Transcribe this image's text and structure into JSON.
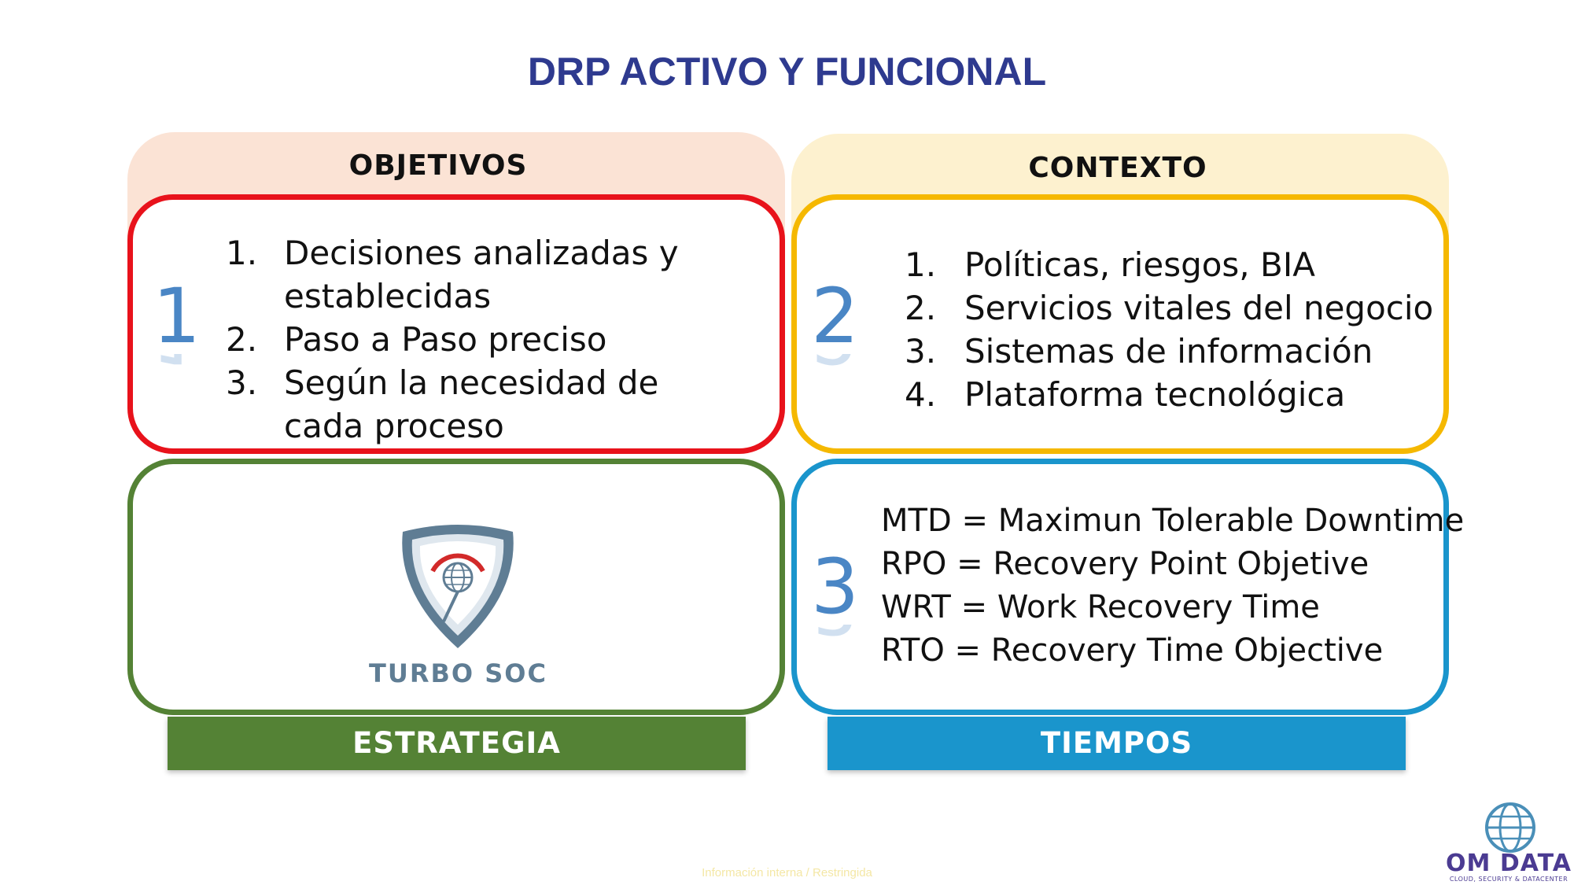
{
  "title": "DRP ACTIVO Y FUNCIONAL",
  "colors": {
    "title": "#2e3a8f",
    "objetivos_border": "#e8121b",
    "objetivos_tab": "#fbe3d5",
    "contexto_border": "#f5b800",
    "contexto_tab": "#fdf1cf",
    "estrategia": "#548235",
    "tiempos": "#1a95cc",
    "number": "#4a86c5"
  },
  "objetivos": {
    "label": "OBJETIVOS",
    "number": "1",
    "items": [
      {
        "num": "1.",
        "text": "Decisiones analizadas y establecidas"
      },
      {
        "num": "2.",
        "text": "Paso a Paso preciso"
      },
      {
        "num": "3.",
        "text": "Según la necesidad de cada proceso"
      }
    ]
  },
  "contexto": {
    "label": "CONTEXTO",
    "number": "2",
    "items": [
      {
        "num": "1.",
        "text": "Políticas, riesgos, BIA"
      },
      {
        "num": "2.",
        "text": "Servicios vitales del negocio"
      },
      {
        "num": "3.",
        "text": "Sistemas de información"
      },
      {
        "num": "4.",
        "text": "Plataforma tecnológica"
      }
    ]
  },
  "estrategia": {
    "label": "ESTRATEGIA",
    "logo_text": "TURBO SOC",
    "logo_icon": "shield-globe-icon"
  },
  "tiempos": {
    "label": "TIEMPOS",
    "number": "3",
    "items": [
      "MTD = Maximun Tolerable Downtime",
      "RPO = Recovery Point Objetive",
      "WRT = Work Recovery Time",
      "RTO = Recovery Time Objective"
    ]
  },
  "footer": {
    "classification": "Información interna / Restringida",
    "brand_name": "OM DATA",
    "brand_tagline": "CLOUD, SECURITY & DATACENTER",
    "brand_icon": "globe-icon"
  }
}
